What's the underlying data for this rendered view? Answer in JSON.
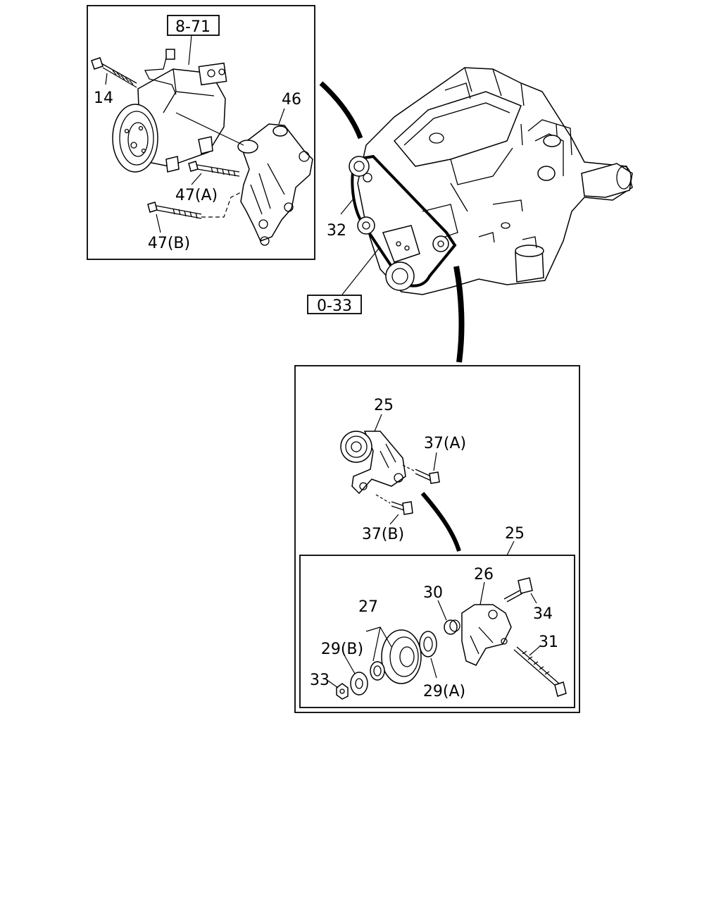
{
  "callouts": {
    "ref_8_71": "8-71",
    "p14": "14",
    "p46": "46",
    "p47a": "47(A)",
    "p47b": "47(B)",
    "p32": "32",
    "ref_0_33": "0-33",
    "p25_top": "25",
    "p37a": "37(A)",
    "p37b": "37(B)",
    "p25_inner": "25",
    "p26": "26",
    "p27": "27",
    "p30": "30",
    "p34": "34",
    "p31": "31",
    "p29b": "29(B)",
    "p29a": "29(A)",
    "p33": "33"
  },
  "colors": {
    "line": "#000000",
    "background": "#ffffff"
  }
}
